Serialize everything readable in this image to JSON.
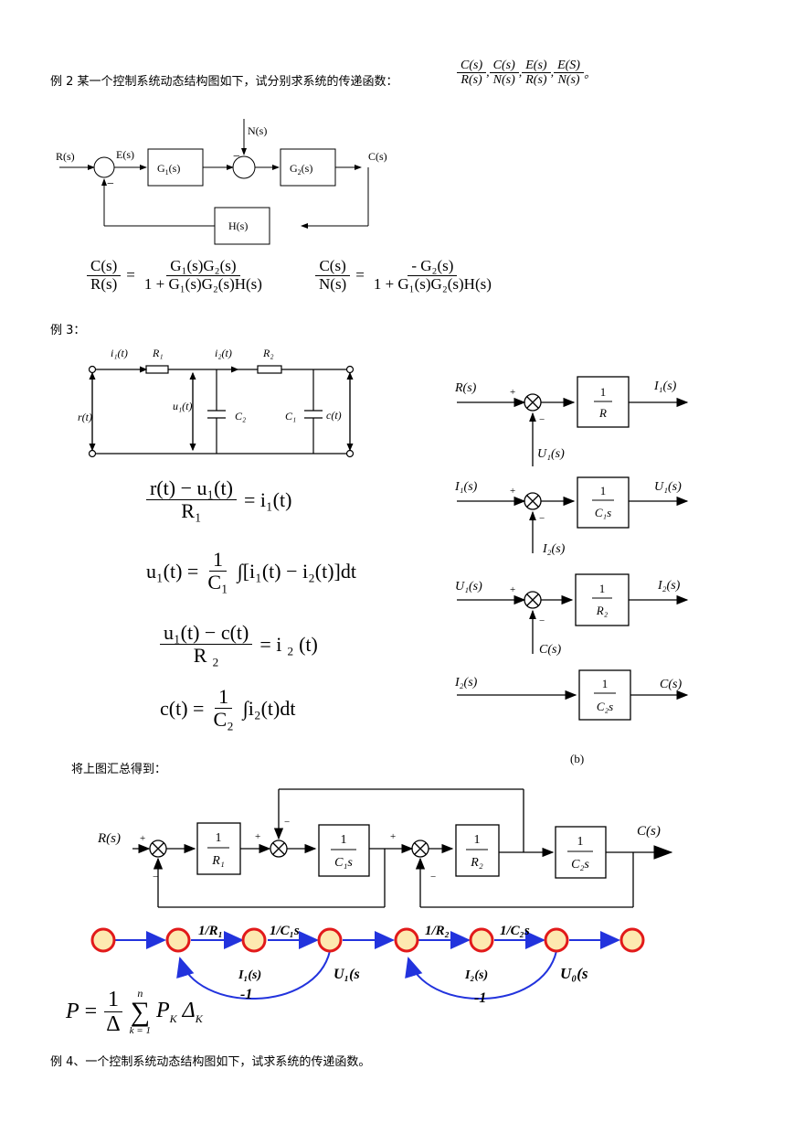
{
  "ex2": {
    "label": "例 2",
    "text": "某一个控制系统动态结构图如下，试分别求系统的传递函数：",
    "tf1_num": "C(s)",
    "tf1_den": "R(s)",
    "tf2_num": "C(s)",
    "tf2_den": "N(s)",
    "tf3_num": "E(s)",
    "tf3_den": "R(s)",
    "tf4_num": "E(S)",
    "tf4_den": "N(s)",
    "sep": ",",
    "end": "。",
    "diagram": {
      "R": "R(s)",
      "E": "E(s)",
      "N": "N(s)",
      "C": "C(s)",
      "G1": "G",
      "G1_sub": "1",
      "G1_tail": "(s)",
      "G2": "G",
      "G2_sub": "2",
      "G2_tail": "(s)",
      "H": "H(s)",
      "minus": "−",
      "minus2": "−"
    },
    "result1_num": "C(s)",
    "result1_den": "R(s)",
    "result1_rnum": "G₁(s)G₂(s)",
    "result1_rden": "1 + G₁(s)G₂(s)H(s)",
    "result2_num": "C(s)",
    "result2_den": "N(s)",
    "result2_rnum": "- G₂(s)",
    "result2_rden": "1 + G₁(s)G₂(s)H(s)",
    "eq": "="
  },
  "ex3": {
    "label": "例 3：",
    "circuit": {
      "i1": "i₁(t)",
      "R1": "R₁",
      "i2": "i₂(t)",
      "R2": "R₂",
      "u1": "u₁(t)",
      "C2": "C₂",
      "C1": "C₁",
      "c": "c(t)",
      "r": "r(t)"
    },
    "eqs": {
      "e1_num": "r(t) − u₁(t)",
      "e1_den": "R₁",
      "e1_rhs": "= i₁(t)",
      "e2_lhs": "u₁(t) =",
      "e2_num": "1",
      "e2_den": "C₁",
      "e2_rhs": "∫[i₁(t) − i₂(t)]dt",
      "e3_num": "u₁(t) − c(t)",
      "e3_den": "R ₂",
      "e3_rhs": "= i ₂ (t)",
      "e4_lhs": "c(t) =",
      "e4_num": "1",
      "e4_den": "C₂",
      "e4_rhs": "∫i₂(t)dt"
    },
    "blocks": {
      "b1_in": "R(s)",
      "b1_out": "I₁(s)",
      "b1_fb": "U₁(s)",
      "b1_num": "1",
      "b1_den": "R",
      "b2_in": "I₁(s)",
      "b2_out": "U₁(s)",
      "b2_fb": "I₂(s)",
      "b2_num": "1",
      "b2_den": "C₁s",
      "b3_in": "U₁(s)",
      "b3_out": "I₂(s)",
      "b3_fb": "C(s)",
      "b3_num": "1",
      "b3_den": "R₂",
      "b4_in": "I₂(s)",
      "b4_out": "C(s)",
      "b4_num": "1",
      "b4_den": "C₂s",
      "plus": "+",
      "minus": "−",
      "caption": "(b)"
    },
    "summary_text": "将上图汇总得到：",
    "overall": {
      "R": "R(s)",
      "C": "C(s)",
      "g1_num": "1",
      "g1_den": "R₁",
      "g2_num": "1",
      "g2_den": "C₁s",
      "g3_num": "1",
      "g3_den": "R₂",
      "g4_num": "1",
      "g4_den": "C₂s",
      "plus": "+",
      "minus": "−"
    },
    "sfg": {
      "t1": "1/R₁",
      "t2": "1/C₁s",
      "t3": "1/R₂",
      "t4": "1/C₂s",
      "n1": "I₁(s)",
      "n2": "U₁(s",
      "n3": "I₂(s)",
      "n4": "U₀(s",
      "fb1": "-1",
      "fb2": "-1"
    },
    "mason": {
      "P": "P",
      "eq": "=",
      "num": "1",
      "den": "Δ",
      "sum_top": "n",
      "sum_bot": "k = 1",
      "terms": "P",
      "terms_sub": "K",
      "delta": "Δ",
      "delta_sub": "K"
    }
  },
  "ex4": {
    "text": "例 4、一个控制系统动态结构图如下，试求系统的传递函数。"
  }
}
